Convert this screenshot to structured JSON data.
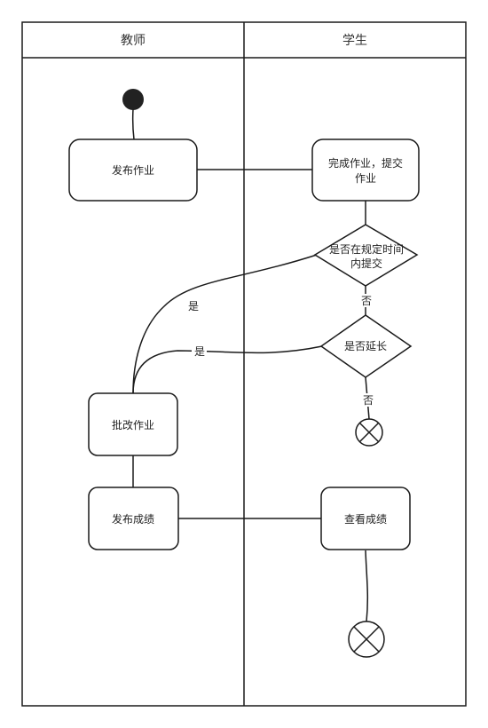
{
  "lanes": {
    "teacher": "教师",
    "student": "学生"
  },
  "nodes": {
    "publish_homework": "发布作业",
    "complete_submit_line1": "完成作业，提交",
    "complete_submit_line2": "作业",
    "on_time_line1": "是否在规定时间",
    "on_time_line2": "内提交",
    "extended": "是否延长",
    "grade_homework": "批改作业",
    "publish_grades": "发布成绩",
    "view_grades": "查看成绩"
  },
  "edge_labels": {
    "on_time_yes": "是",
    "on_time_no": "否",
    "extended_yes": "是",
    "extended_no": "否"
  },
  "colors": {
    "stroke": "#1a1a1a",
    "start_fill": "#222222",
    "background": "#ffffff"
  }
}
